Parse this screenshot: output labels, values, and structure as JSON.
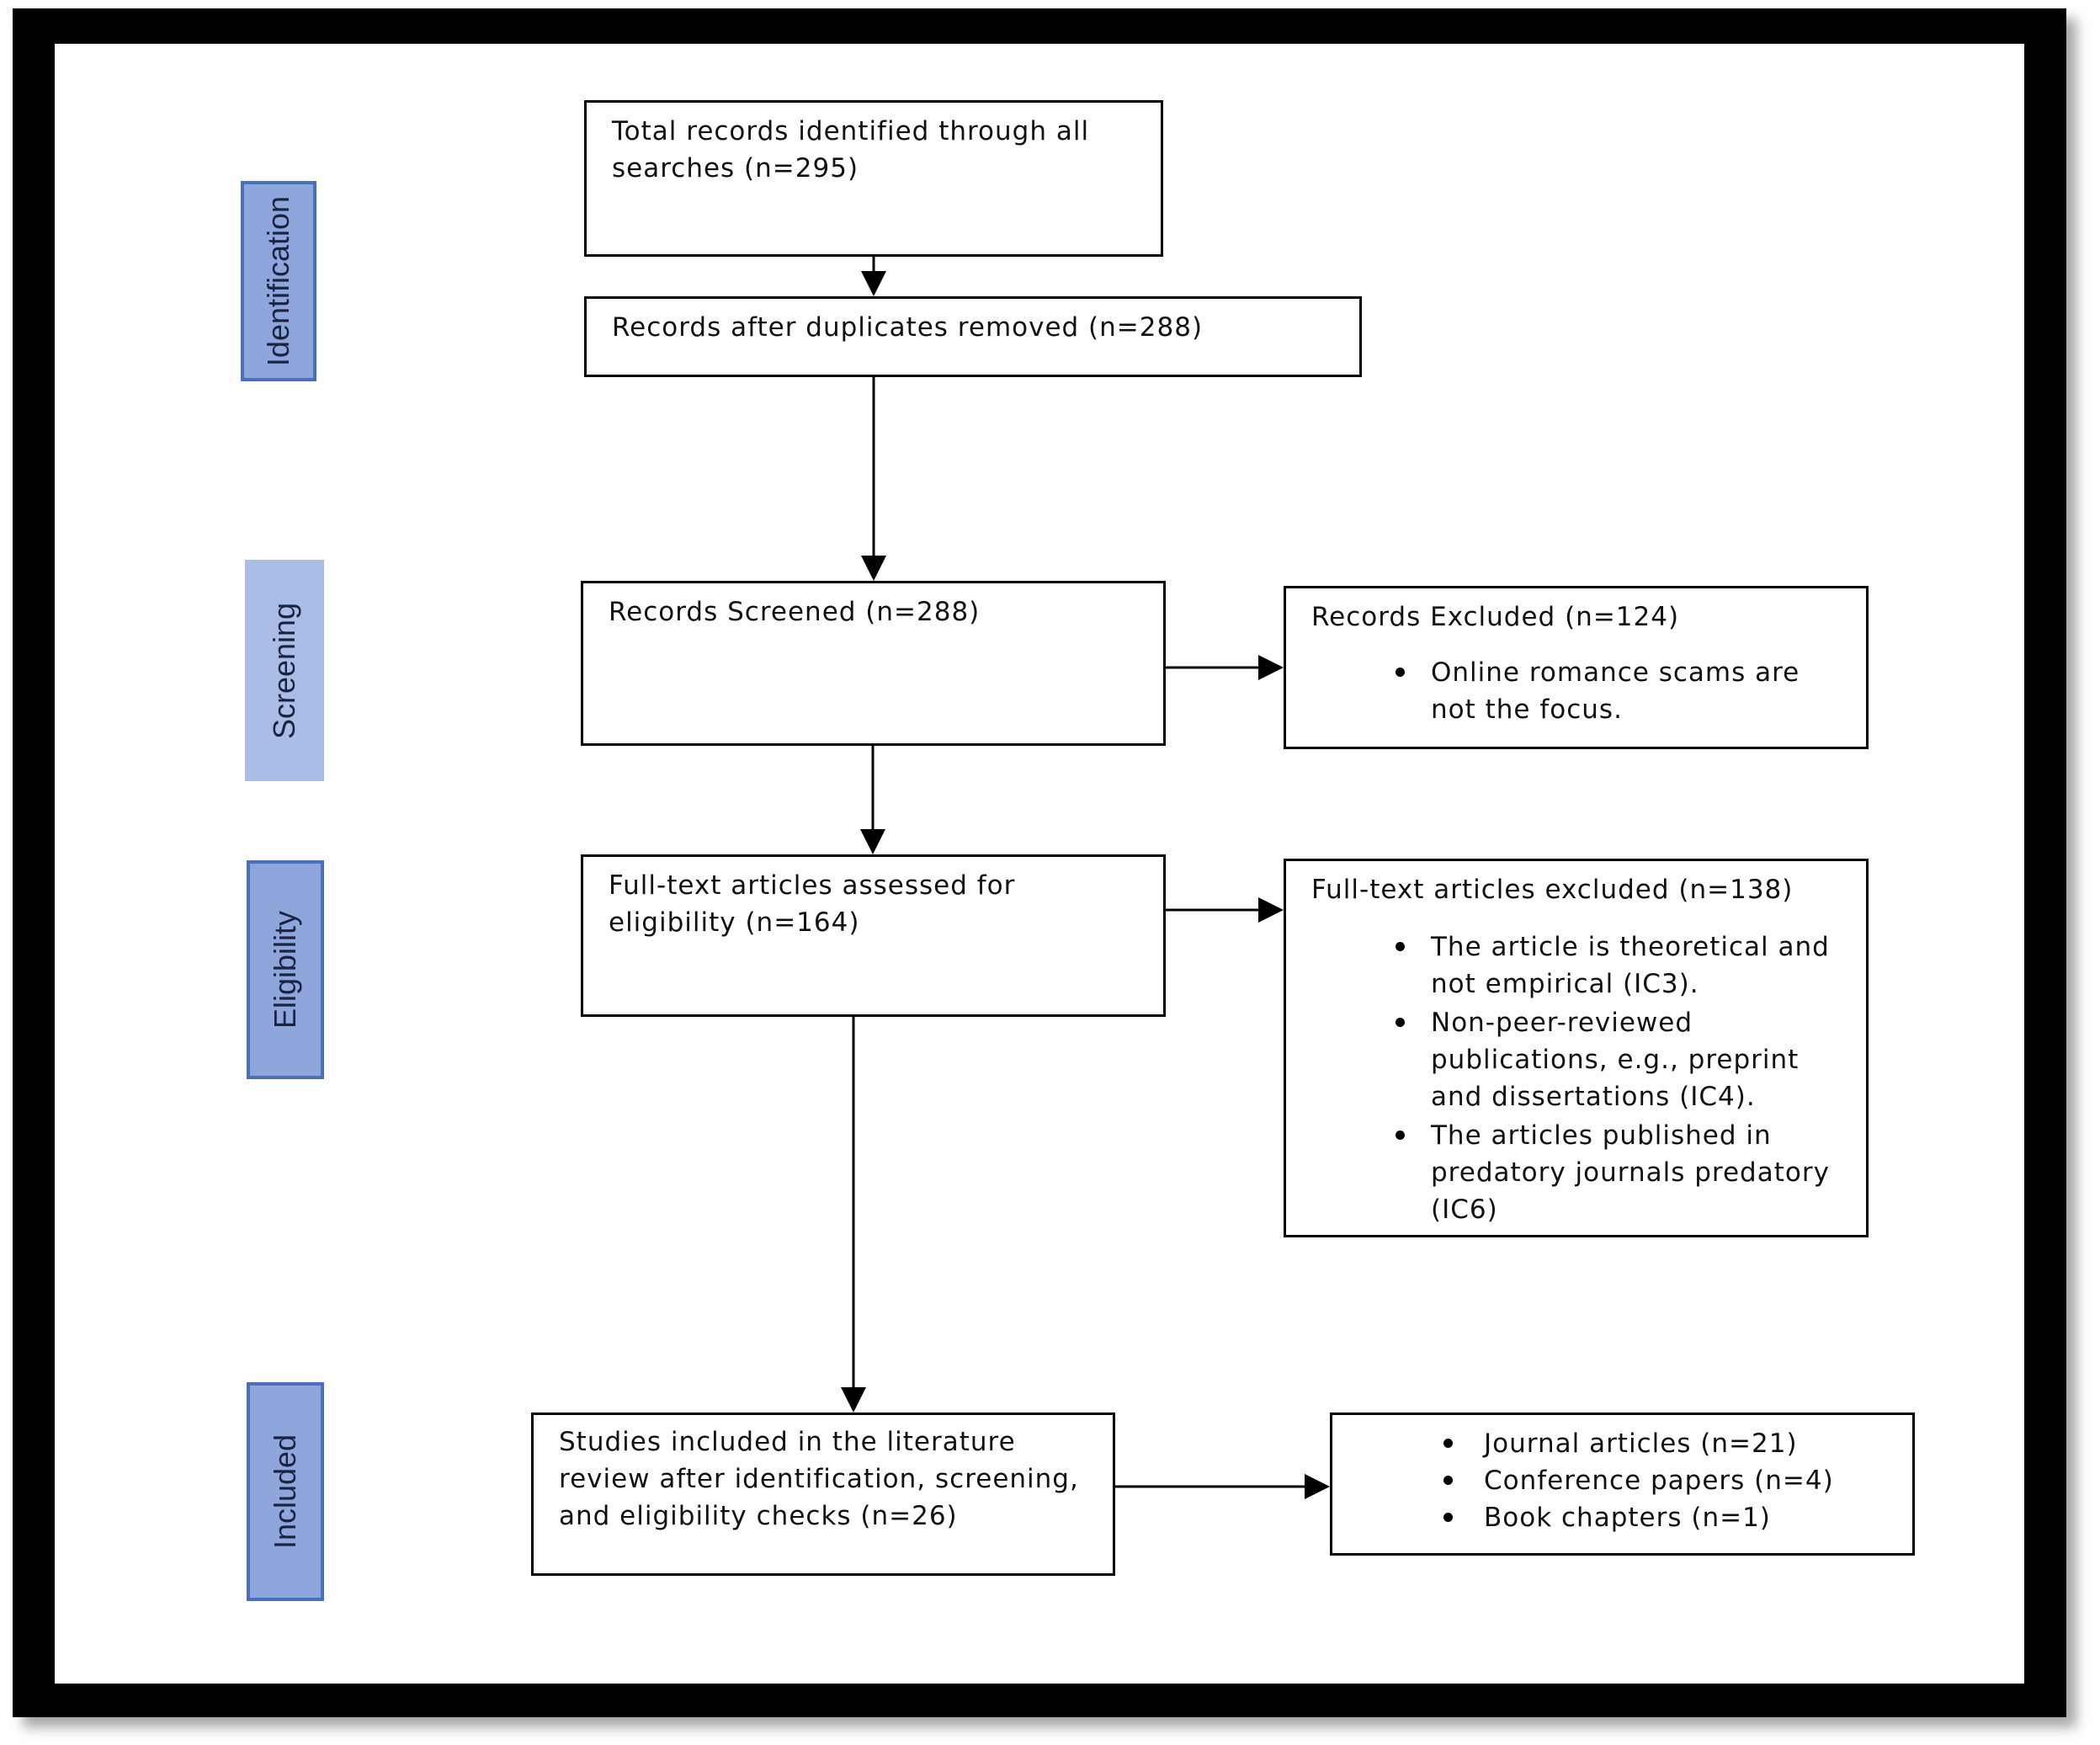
{
  "stages": [
    {
      "label": "Identification"
    },
    {
      "label": "Screening"
    },
    {
      "label": "Eligibility"
    },
    {
      "label": "Included"
    }
  ],
  "boxes": {
    "total_records": "Total records identified through all searches (n=295)",
    "after_duplicates": "Records after duplicates removed (n=288)",
    "screened": "Records Screened (n=288)",
    "excluded": {
      "title": "Records Excluded (n=124)",
      "items": [
        "Online romance scams are not the focus."
      ]
    },
    "fulltext_assessed": "Full-text articles assessed for eligibility (n=164)",
    "fulltext_excluded": {
      "title": "Full-text articles excluded (n=138)",
      "items": [
        "The article is theoretical and not empirical (IC3).",
        "Non-peer-reviewed publications, e.g., preprint and dissertations (IC4).",
        "The articles published in predatory journals predatory (IC6)"
      ]
    },
    "included": "Studies included in the literature review after identification, screening, and eligibility checks (n=26)",
    "included_breakdown": {
      "items": [
        "Journal articles (n=21)",
        "Conference papers (n=4)",
        "Book chapters (n=1)"
      ]
    }
  }
}
